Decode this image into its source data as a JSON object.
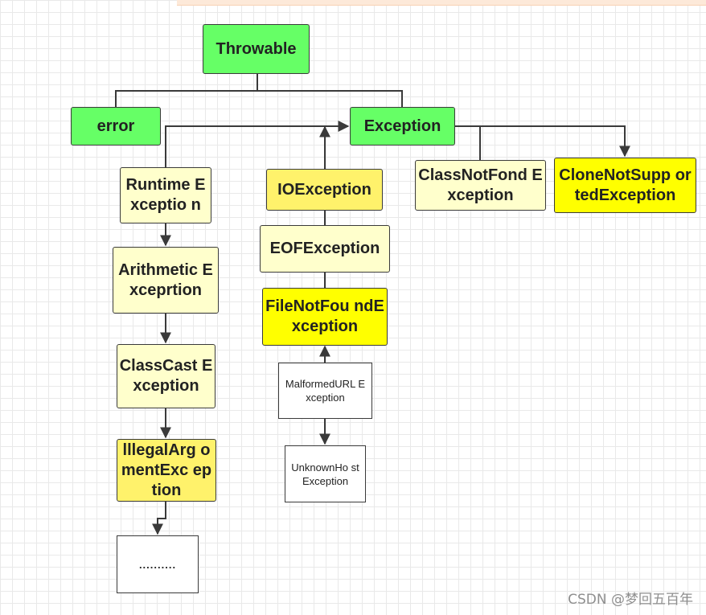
{
  "diagram": {
    "nodes": {
      "throwable": "Throwable",
      "error": "error",
      "exception": "Exception",
      "runtime_exception": "Runtime Exceptio n",
      "arithmetic_exception": "Arithmetic Exceprtion",
      "classcast_exception": "ClassCast Exception",
      "illegalargument_exception": "lllegalArg omentExc eption",
      "ellipsis": "..........",
      "io_exception": "IOException",
      "eof_exception": "EOFException",
      "filenotfound_exception": "FileNotFou ndException",
      "malformedurl_exception": "MalformedURL Exception",
      "unknownhost_exception": "UnknownHo stException",
      "classnotfond_exception": "ClassNotFond Exception",
      "clonenotsupported_exception": "CloneNotSupp ortedException"
    },
    "colors": {
      "green": "#66ff66",
      "pale_yellow": "#ffffcc",
      "mid_yellow": "#fff26b",
      "bright_yellow": "#ffff00",
      "line": "#3a3a3a"
    }
  },
  "watermark": "CSDN @梦回五百年"
}
